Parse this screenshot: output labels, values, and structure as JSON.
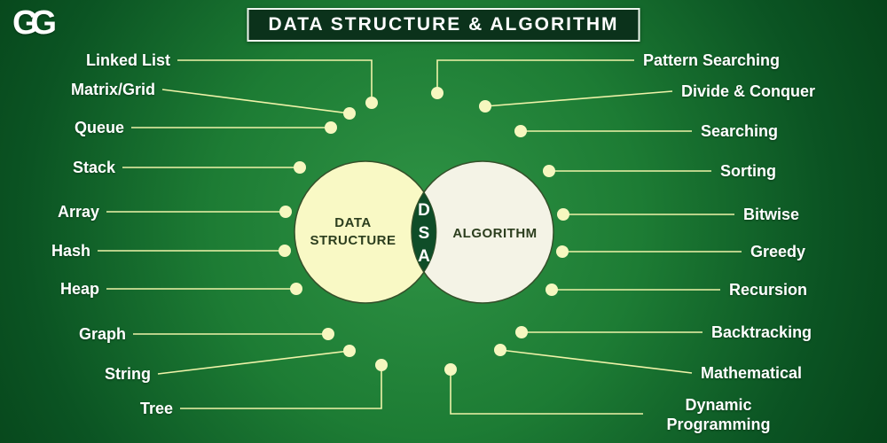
{
  "logo": {
    "monogram": "GG"
  },
  "title": "DATA STRUCTURE & ALGORITHM",
  "venn": {
    "left_label": [
      "DATA",
      "STRUCTURE"
    ],
    "right_label": "ALGORITHM",
    "dsa": [
      "D",
      "S",
      "A"
    ]
  },
  "left_items": [
    "Linked List",
    "Matrix/Grid",
    "Queue",
    "Stack",
    "Array",
    "Hash",
    "Heap",
    "Graph",
    "String",
    "Tree"
  ],
  "right_items": [
    "Pattern Searching",
    "Divide & Conquer",
    "Searching",
    "Sorting",
    "Bitwise",
    "Greedy",
    "Recursion",
    "Backtracking",
    "Mathematical",
    "Dynamic Programming"
  ],
  "colors": {
    "background_green": "#1d7c34",
    "pale_yellow_dot": "#f6f7bf",
    "connector_yellow": "#eff3a9",
    "left_circle_fill": "#f9f9c5",
    "right_circle_fill": "#f4f3e6",
    "lens_dark_green": "#0f4d28",
    "banner_fill": "#0b321b",
    "text_white": "#ffffff"
  }
}
